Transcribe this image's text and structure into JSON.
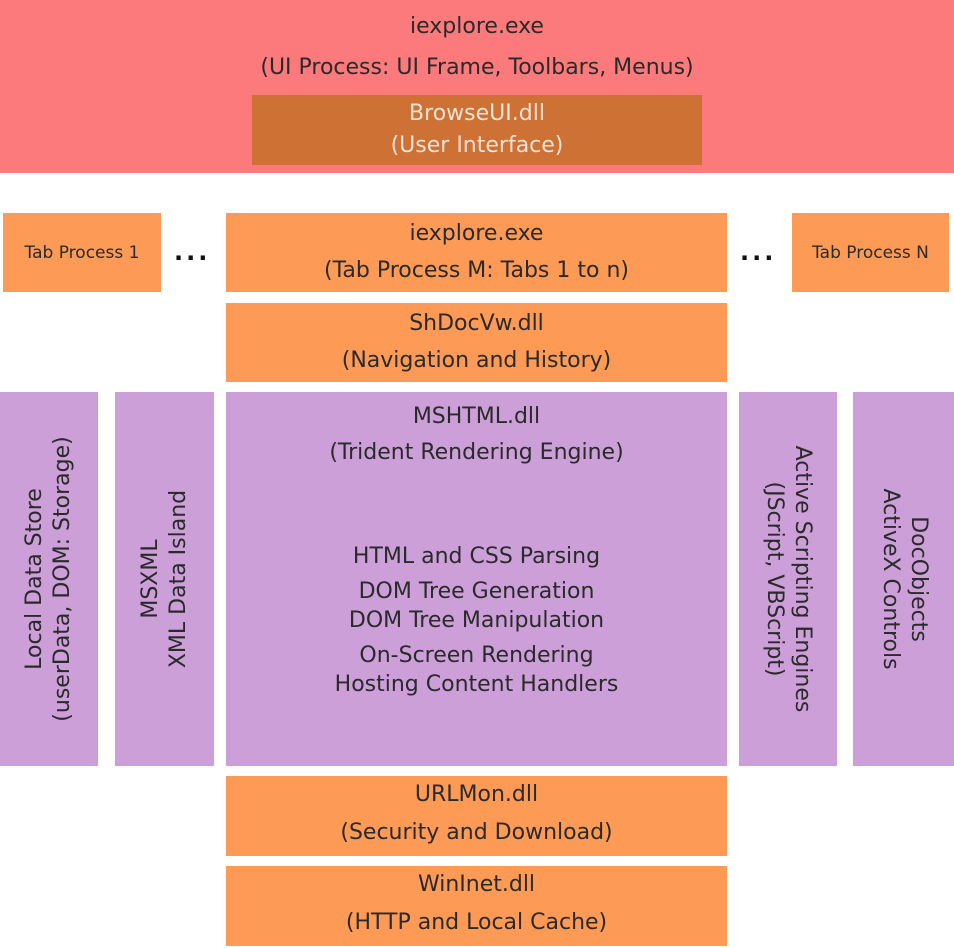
{
  "top_process": {
    "title": "iexplore.exe",
    "subtitle": "(UI Process: UI Frame, Toolbars, Menus)",
    "browseui": {
      "title": "BrowseUI.dll",
      "subtitle": "(User Interface)"
    }
  },
  "tab_processes": {
    "first": "Tab Process 1",
    "last": "Tab Process N",
    "ellipsis": "...",
    "main": {
      "title": "iexplore.exe",
      "subtitle": "(Tab Process M: Tabs 1 to n)"
    }
  },
  "shdocvw": {
    "title": "ShDocVw.dll",
    "subtitle": "(Navigation and History)"
  },
  "mshtml": {
    "title": "MSHTML.dll",
    "subtitle": "(Trident Rendering Engine)",
    "features": [
      "HTML and CSS Parsing",
      "DOM Tree Generation",
      "DOM Tree Manipulation",
      "On-Screen Rendering",
      "Hosting Content Handlers"
    ]
  },
  "side_components": {
    "local_data_store": {
      "line1": "Local Data Store",
      "line2": "(userData, DOM: Storage)"
    },
    "msxml": {
      "line1": "MSXML",
      "line2": "XML Data Island"
    },
    "active_scripting": {
      "line1": "Active Scripting Engines",
      "line2": "(JScript, VBScript)"
    },
    "docobjects": {
      "line1": "DocObjects",
      "line2": "ActiveX Controls"
    }
  },
  "urlmon": {
    "title": "URLMon.dll",
    "subtitle": "(Security and Download)"
  },
  "wininet": {
    "title": "WinInet.dll",
    "subtitle": "(HTTP and Local Cache)"
  },
  "colors": {
    "ui_process": "#fc7a7b",
    "browseui": "#cd7134",
    "orange": "#fd9a55",
    "purple": "#cc9fd9"
  }
}
